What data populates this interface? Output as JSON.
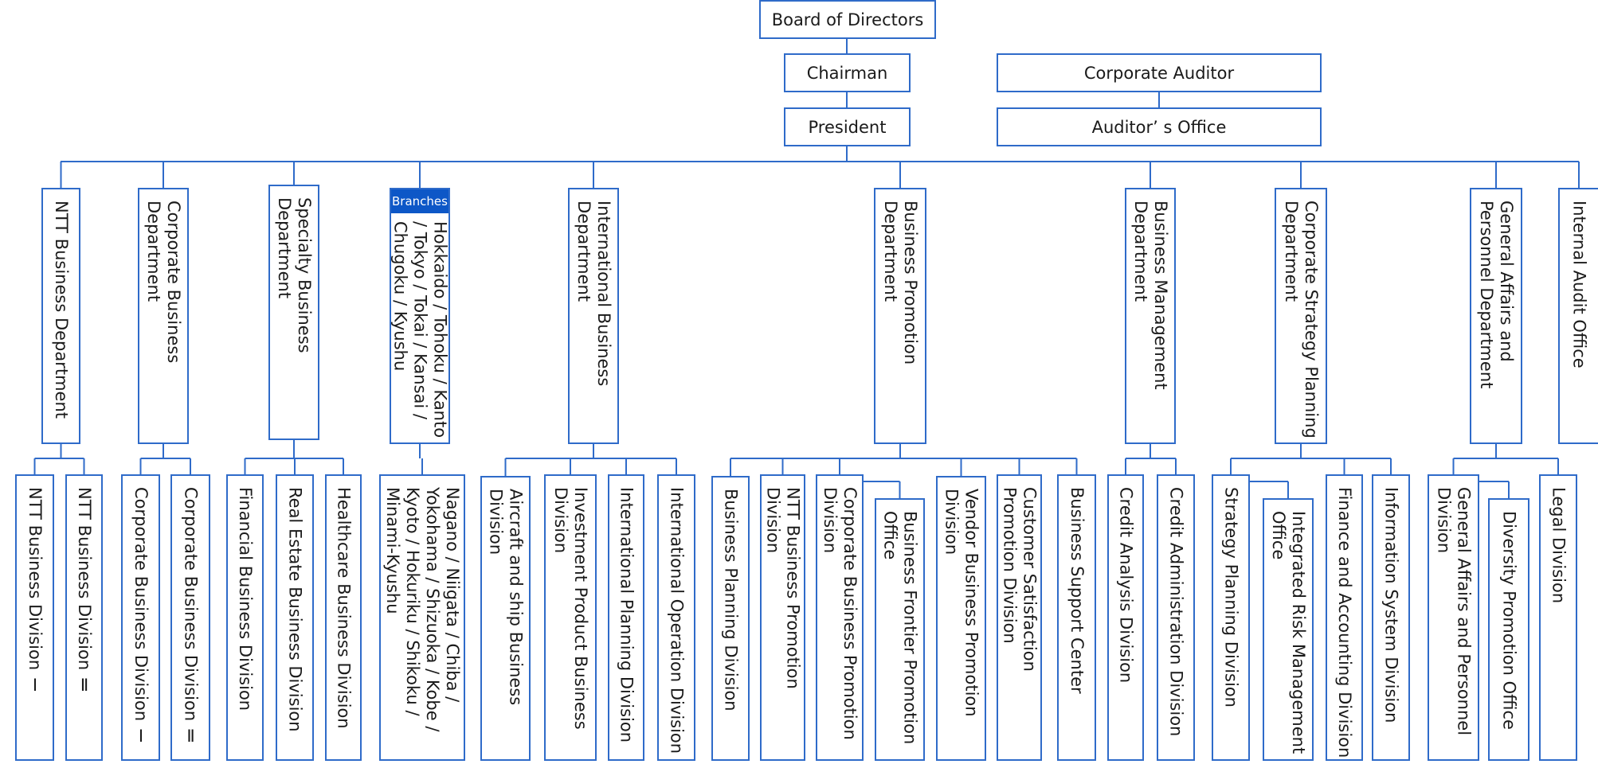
{
  "top": {
    "board": "Board of Directors",
    "chairman": "Chairman",
    "president": "President",
    "auditor": "Corporate Auditor",
    "auditor_office": "Auditor’ s Office"
  },
  "departments": [
    "NTT Business Department",
    "Corporate Business Department",
    "Specialty Business Department",
    "Hokkaido / Tohoku / Kanto / Tokyo / Tokai / Kansai / Chugoku / Kyushu",
    "International Business Department",
    "Business Promotion Department",
    "Business Management Department",
    "Corporate Strategy Planning Department",
    "General Affairs and Personnel Department",
    "Internal Audit Office"
  ],
  "branches_tag": "Branches",
  "divisions": [
    "NTT Business Division Ⅰ",
    "NTT Business Division Ⅱ",
    "Corporate Business Division Ⅰ",
    "Corporate Business Division Ⅱ",
    "Financial Business Division",
    "Real Estate Business Division",
    "Healthcare Business Division",
    "Nagano / Niigata / Chiba / Yokohama / Shizuoka / Kobe / Kyoto / Hokuriku / Shikoku / Minami-Kyushu",
    "Aircraft and ship Business Division",
    "Investment Product Business Division",
    "International Planning Division",
    "International Operation Division",
    "Business Planning Division",
    "NTT Business Promotion Division",
    "Corporate Business Promotion Division",
    "Business Frontier Promotion Office",
    "Vendor Business Promotion Division",
    "Customer Satisfaction Promotion Division",
    "Business Support Center",
    "Credit Analysis Division",
    "Credit Administration Division",
    "Strategy Planning Division",
    "Integrated Risk Management Office",
    "Finance and Accounting Division",
    "Information System Division",
    "General Affairs and Personnel Division",
    "Diversity Promotion Office",
    "Legal Division"
  ],
  "colors": {
    "line": "#2f6bc9",
    "tag": "#0d57c7"
  }
}
